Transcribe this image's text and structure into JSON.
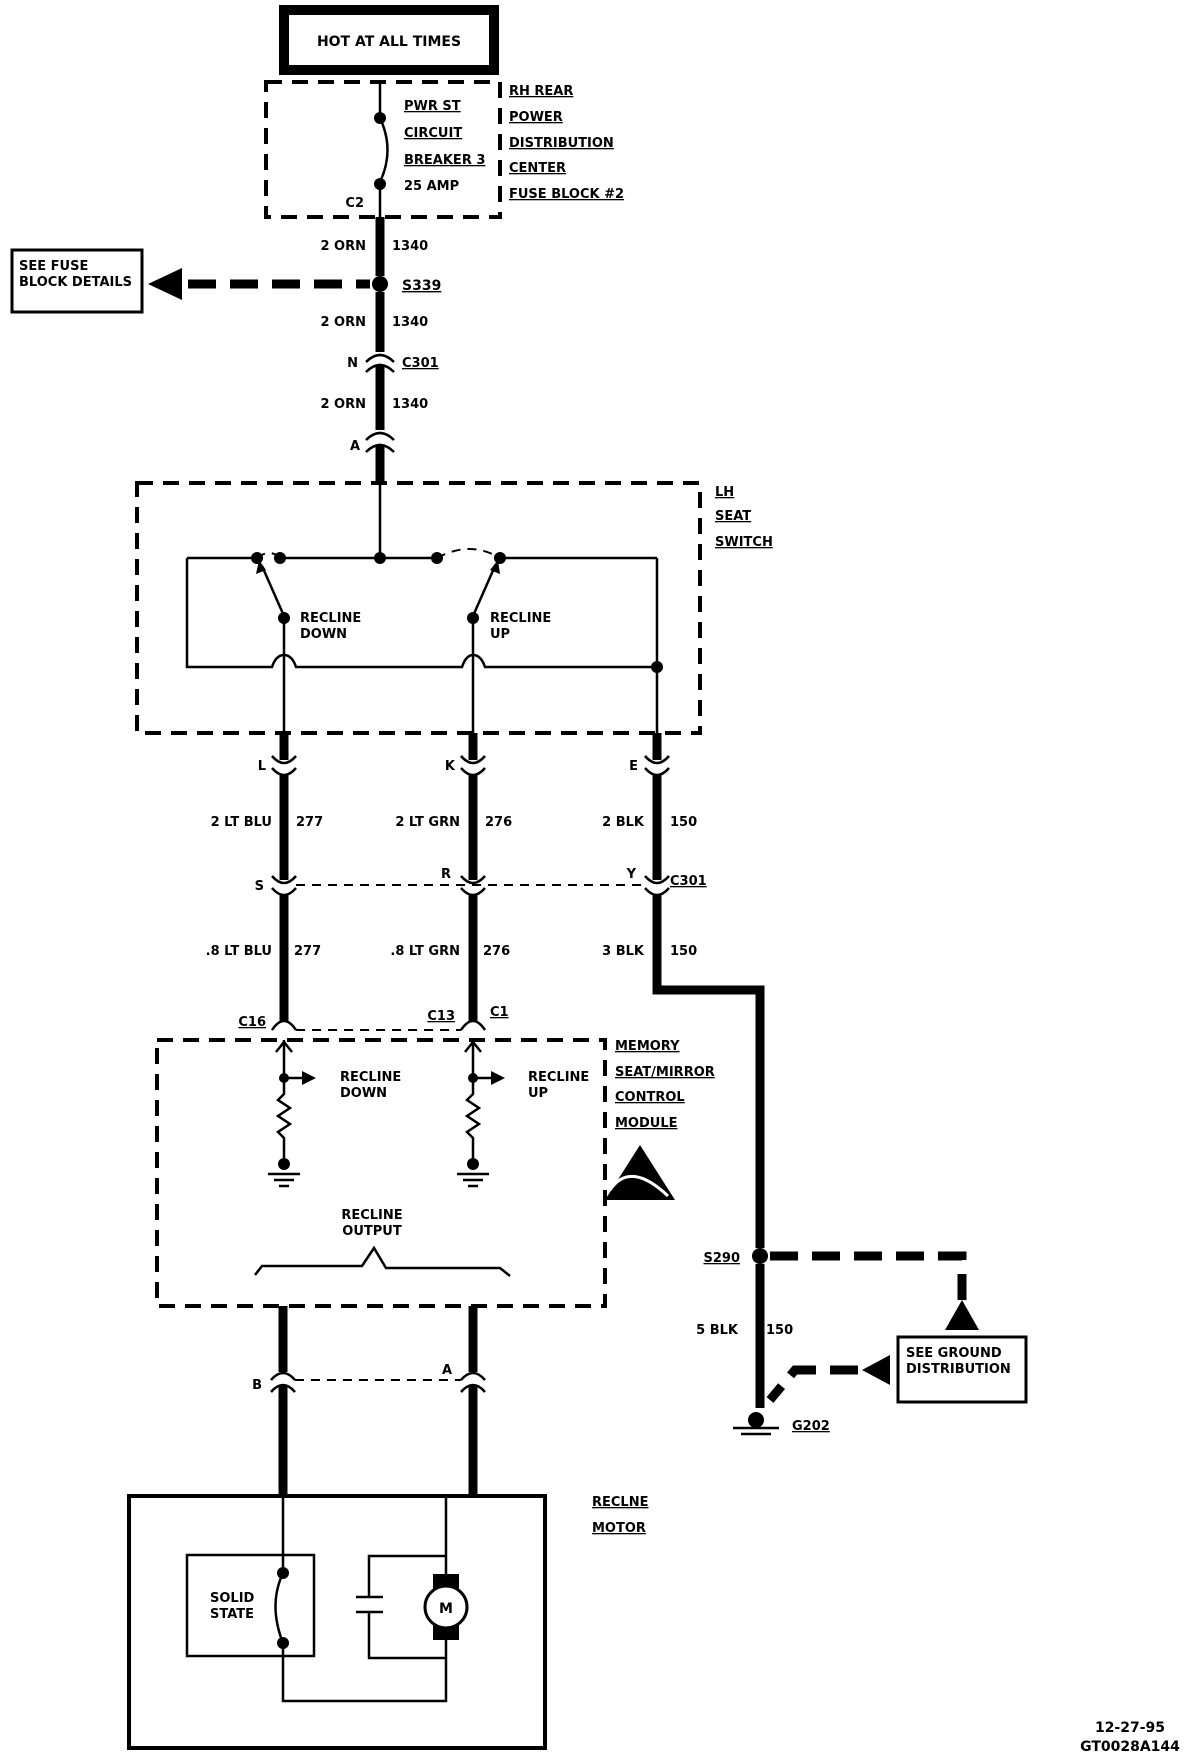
{
  "title_box": {
    "text": "HOT AT ALL TIMES"
  },
  "fuse_block": {
    "name_lines": [
      "RH REAR",
      "POWER",
      "DISTRIBUTION",
      "CENTER",
      "FUSE BLOCK #2"
    ],
    "breaker_lines": [
      "PWR ST",
      "CIRCUIT",
      "BREAKER 3"
    ],
    "rating": "25 AMP",
    "connector": "C2"
  },
  "see_fuse_block": {
    "lines": [
      "SEE FUSE",
      "BLOCK DETAILS"
    ]
  },
  "main_feed": {
    "wire_color": "2 ORN",
    "circuit": "1340",
    "splice": "S339",
    "connector_pin": "N",
    "connector": "C301",
    "switch_pin": "A"
  },
  "seat_switch": {
    "name_lines": [
      "LH",
      "SEAT",
      "SWITCH"
    ],
    "contacts": [
      {
        "lines": [
          "RECLINE",
          "DOWN"
        ]
      },
      {
        "lines": [
          "RECLINE",
          "UP"
        ]
      }
    ]
  },
  "switch_outputs": [
    {
      "pin": "L",
      "wire_color": "2 LT BLU",
      "circuit": "277",
      "c301_pin": "S",
      "lower_color": ".8 LT BLU",
      "lower_circuit": "277",
      "module_pin": "C16"
    },
    {
      "pin": "K",
      "wire_color": "2 LT GRN",
      "circuit": "276",
      "c301_pin": "R",
      "lower_color": ".8 LT GRN",
      "lower_circuit": "276",
      "module_pin": "C13"
    },
    {
      "pin": "E",
      "wire_color": "2 BLK",
      "circuit": "150",
      "c301_pin": "Y",
      "lower_color": "3 BLK",
      "lower_circuit": "150"
    }
  ],
  "c301_label": "C301",
  "module": {
    "name_lines": [
      "MEMORY",
      "SEAT/MIRROR",
      "CONTROL",
      "MODULE"
    ],
    "connector": "C1",
    "inputs": [
      {
        "lines": [
          "RECLINE",
          "DOWN"
        ]
      },
      {
        "lines": [
          "RECLINE",
          "UP"
        ]
      }
    ],
    "output_lines": [
      "RECLINE",
      "OUTPUT"
    ],
    "esd_icon": "esd-warning-icon"
  },
  "motor_connector": {
    "pin_left": "B",
    "pin_right": "A"
  },
  "motor": {
    "name_lines": [
      "RECLNE",
      "MOTOR"
    ],
    "solid_state_lines": [
      "SOLID",
      "STATE"
    ],
    "motor_symbol": "M"
  },
  "ground": {
    "splice": "S290",
    "wire_color": "5 BLK",
    "circuit": "150",
    "ground_point": "G202",
    "see_lines": [
      "SEE GROUND",
      "DISTRIBUTION"
    ]
  },
  "footer": {
    "date": "12-27-95",
    "code": "GT0028A144"
  }
}
